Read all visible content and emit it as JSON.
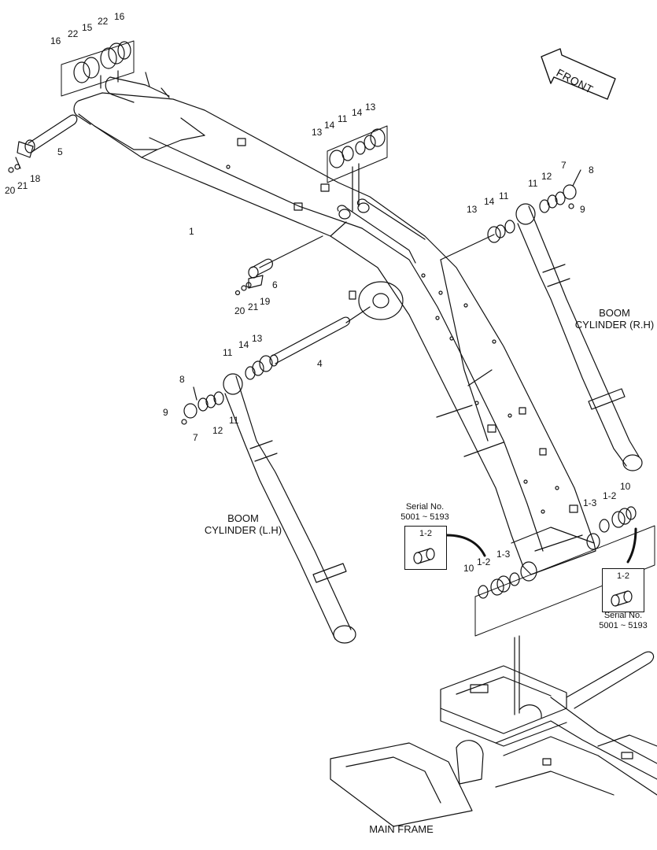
{
  "direction": {
    "label": "FRONT"
  },
  "captions": {
    "boom_cylinder_rh": [
      "BOOM",
      "CYLINDER (R.H)"
    ],
    "boom_cylinder_lh": [
      "BOOM",
      "CYLINDER (L.H)"
    ],
    "main_frame": "MAIN FRAME"
  },
  "insets": [
    {
      "part": "1-2",
      "serial_label": "Serial No.",
      "serial_range": "5001 ~ 5193"
    },
    {
      "part": "1-2",
      "serial_label": "Serial No.",
      "serial_range": "5001 ~ 5193"
    }
  ],
  "callouts": [
    "16",
    "22",
    "15",
    "22",
    "16",
    "5",
    "20",
    "21",
    "18",
    "1",
    "13",
    "14",
    "11",
    "14",
    "13",
    "7",
    "8",
    "11",
    "12",
    "9",
    "13",
    "14",
    "11",
    "6",
    "20",
    "21",
    "19",
    "4",
    "11",
    "14",
    "13",
    "8",
    "9",
    "7",
    "12",
    "11",
    "1-3",
    "1-2",
    "10",
    "10",
    "1-2",
    "1-3"
  ]
}
